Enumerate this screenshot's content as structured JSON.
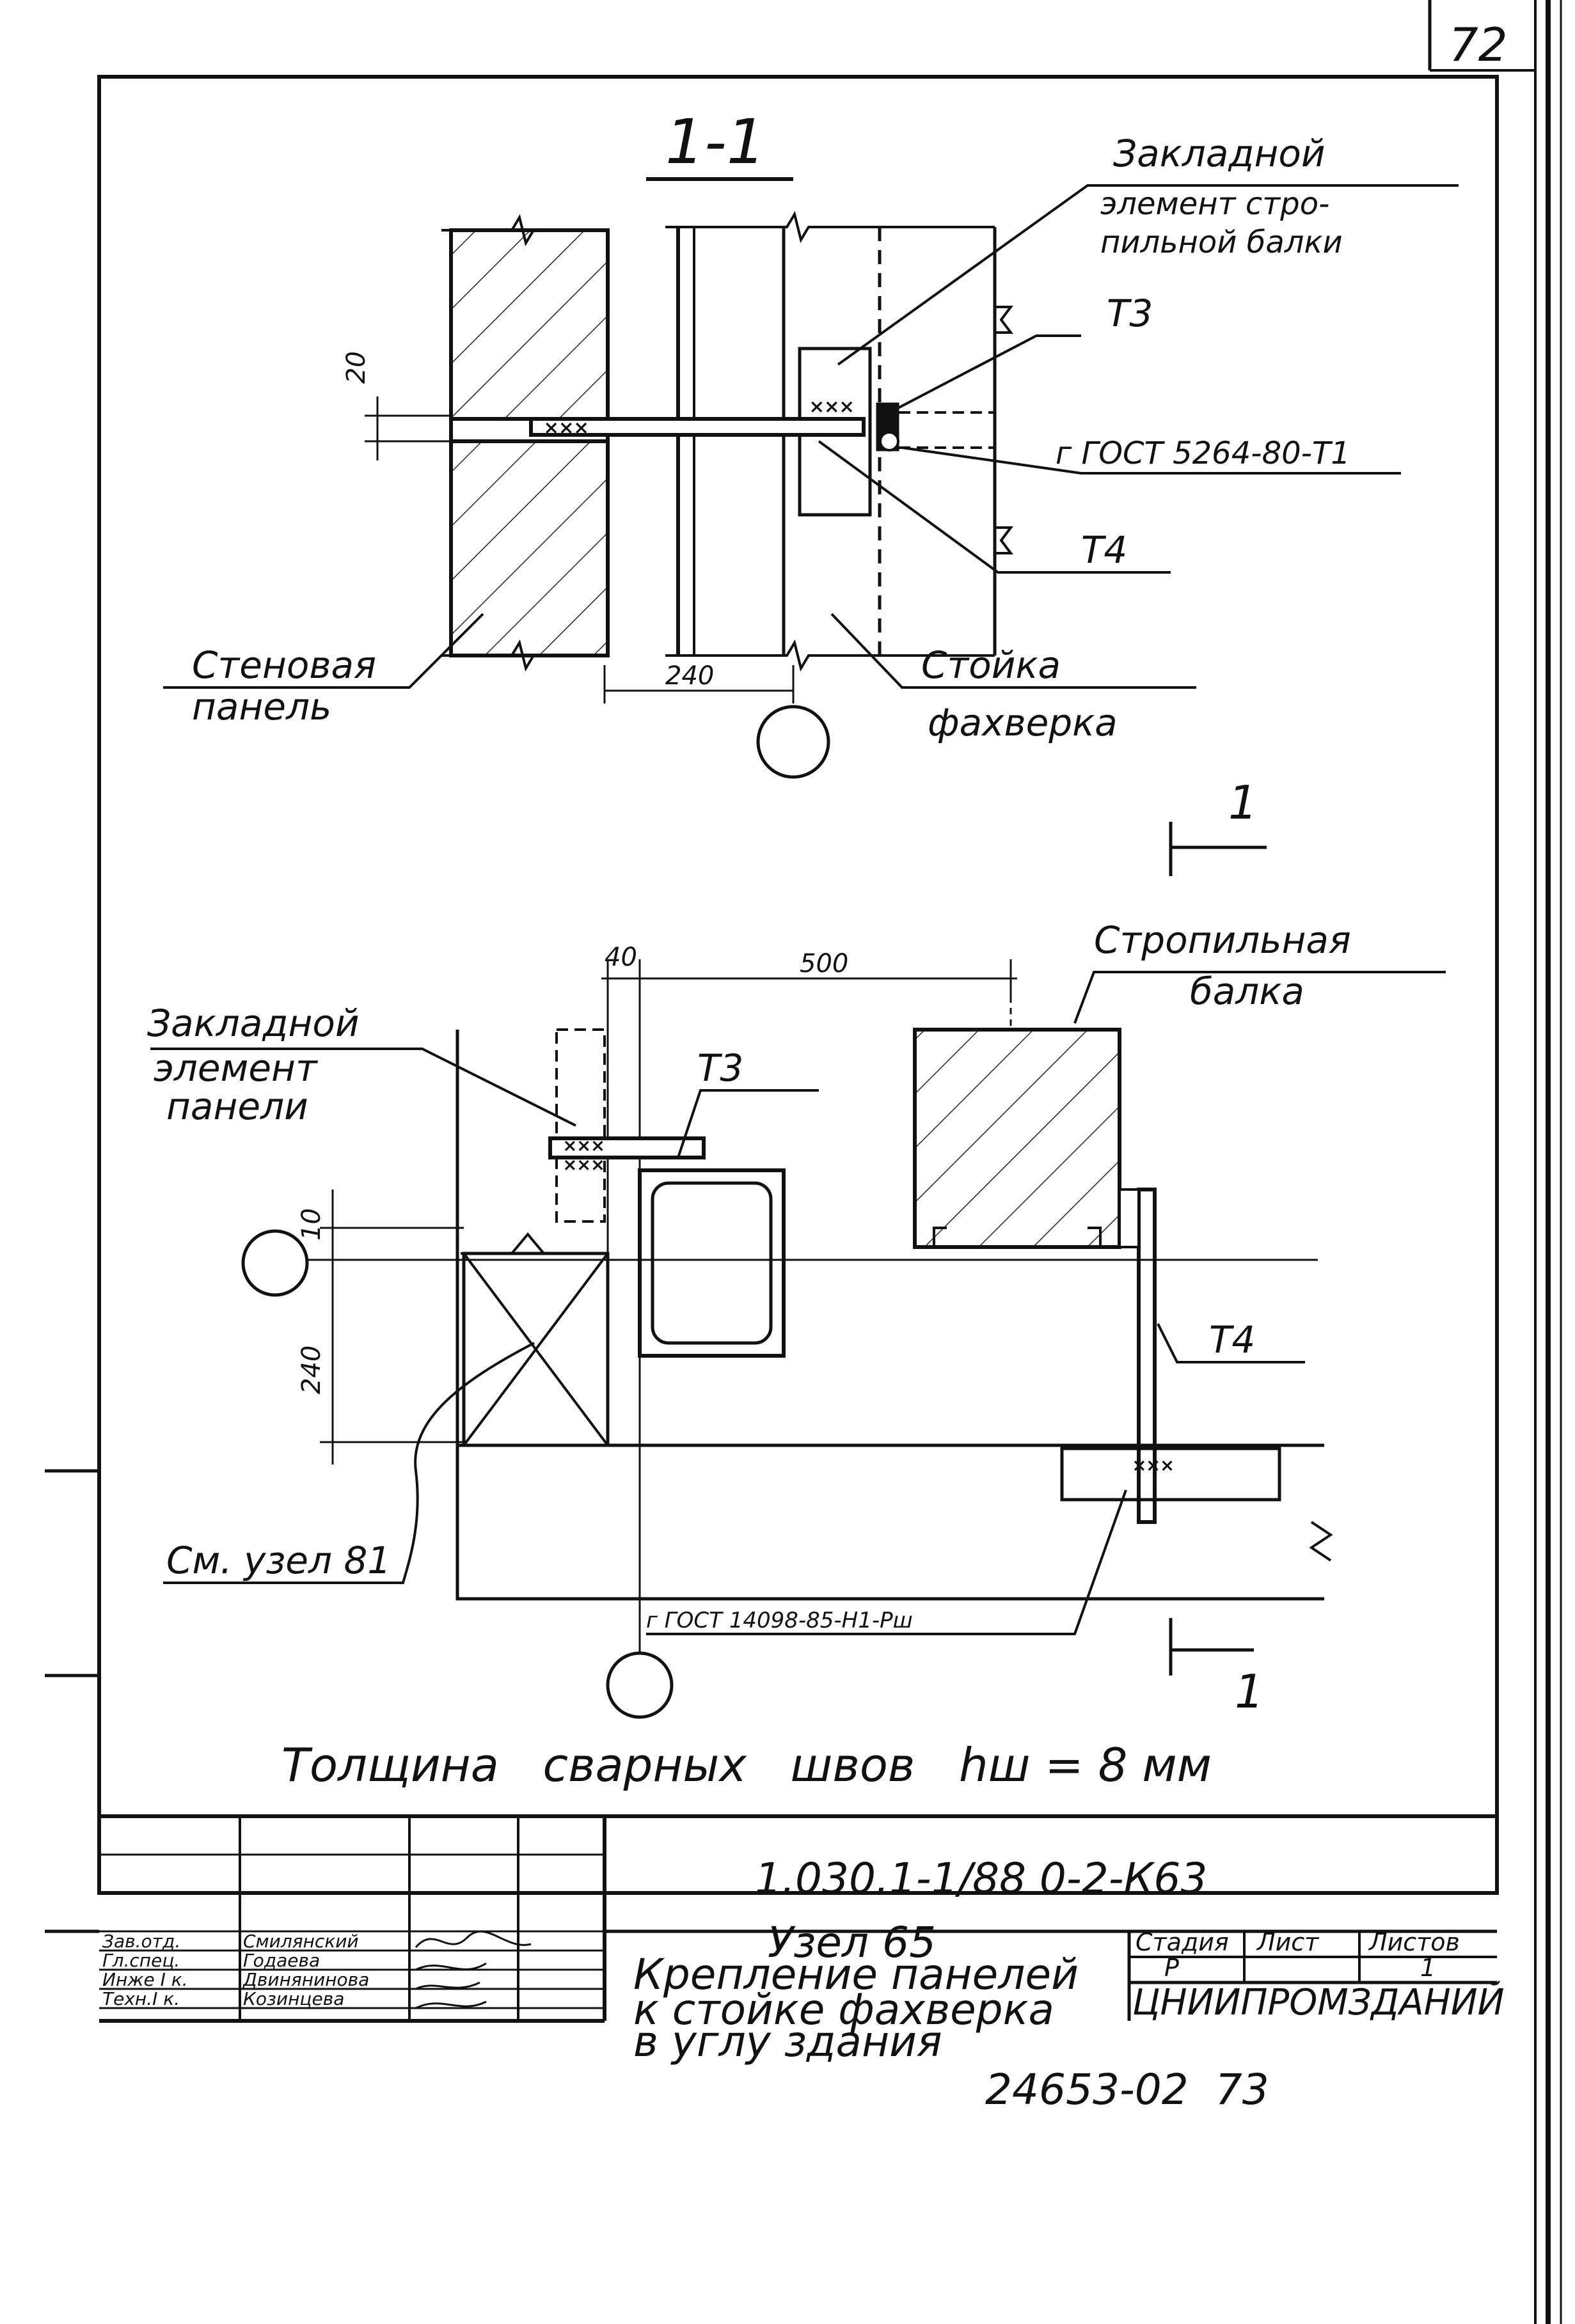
{
  "sheet": {
    "page_number": "72",
    "archive_number": "24653-02  73"
  },
  "section_view": {
    "title": "1-1",
    "labels": {
      "embedded_beam_1": "Закладной",
      "embedded_beam_2": "элемент стро-",
      "embedded_beam_3": "пильной балки",
      "t3": "Т3",
      "weld_gost": "г ГОСТ 5264-80-Т1",
      "t4": "Т4",
      "wall_panel_1": "Стеновая",
      "wall_panel_2": "панель",
      "post_1": "Стойка",
      "post_2": "фахверка"
    },
    "dims": {
      "gap": "20",
      "offset": "240"
    }
  },
  "plan_view": {
    "section_mark": "1",
    "labels": {
      "rafter_beam_1": "Стропильная",
      "rafter_beam_2": "балка",
      "embedded_panel_1": "Закладной",
      "embedded_panel_2": "элемент",
      "embedded_panel_3": "панели",
      "t3": "Т3",
      "t4": "Т4",
      "see_node": "См. узел 81",
      "weld_gost": "г ГОСТ 14098-85-Н1-Рш"
    },
    "dims": {
      "d40": "40",
      "d500": "500",
      "d10": "10",
      "d240": "240"
    }
  },
  "note": "Толщина   сварных   швов   hш = 8 мм",
  "title_block": {
    "designation": "1.030.1-1/88 0-2-К63",
    "node": "Узел 65",
    "title_1": "Крепление панелей",
    "title_2": "к стойке фахверка",
    "title_3": "в углу здания",
    "col_stage": "Стадия",
    "col_sheet": "Лист",
    "col_sheets": "Листов",
    "stage": "Р",
    "sheet": "",
    "sheets": "1",
    "organization": "ЦНИИПРОМЗДАНИЙ",
    "signatures": [
      {
        "role": "Зав.отд.",
        "name": "Смилянский"
      },
      {
        "role": "Гл.спец.",
        "name": "Годаева"
      },
      {
        "role": "Инже I к.",
        "name": "Двинянинова"
      },
      {
        "role": "Техн.I к.",
        "name": "Козинцева"
      }
    ]
  }
}
